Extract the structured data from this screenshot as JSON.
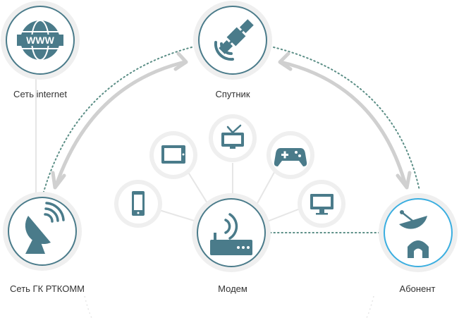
{
  "colors": {
    "icon": "#4a7b8a",
    "ring": "#4a7b8a",
    "halo": "#efefef",
    "link": "#e6e6e6",
    "dotted": "#5b8e86",
    "arrow": "#d0d0d0",
    "highlight": "#3aaee0"
  },
  "nodes": {
    "internet": {
      "label": "Сеть internet",
      "icon": "www-icon",
      "icon_text": "WWW"
    },
    "satellite": {
      "label": "Спутник",
      "icon": "satellite-icon"
    },
    "gk": {
      "label": "Сеть ГК РТКОММ",
      "icon": "satellite-dish-icon"
    },
    "modem": {
      "label": "Модем",
      "icon": "router-icon"
    },
    "subscriber": {
      "label": "Абонент",
      "icon": "home-dish-icon"
    }
  },
  "devices": [
    {
      "name": "phone",
      "icon": "smartphone-icon"
    },
    {
      "name": "tablet",
      "icon": "tablet-icon"
    },
    {
      "name": "tv",
      "icon": "tv-icon"
    },
    {
      "name": "gamepad",
      "icon": "gamepad-icon"
    },
    {
      "name": "monitor",
      "icon": "monitor-icon"
    }
  ]
}
